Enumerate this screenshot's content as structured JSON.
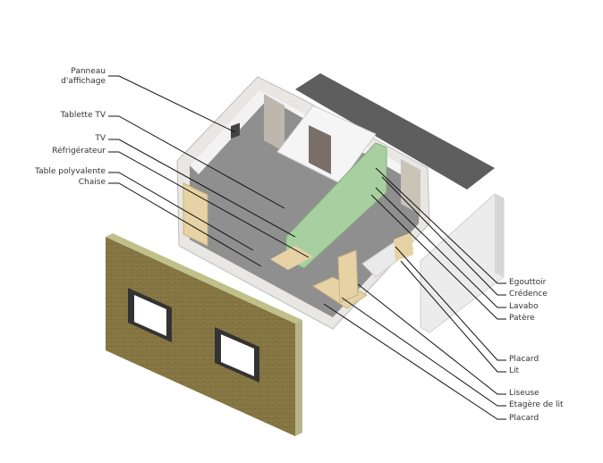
{
  "title": "Axonometric view of a studio unit with labelled furniture",
  "labels_left": [
    {
      "text": "Panneau d'affichage",
      "line1": "Panneau",
      "line2": "d'affichage"
    },
    {
      "text": "Tablette TV"
    },
    {
      "text": "TV"
    },
    {
      "text": "Réfrigérateur"
    },
    {
      "text": "Table polyvalente"
    },
    {
      "text": "Chaise"
    }
  ],
  "labels_right": [
    {
      "text": "Egouttoir"
    },
    {
      "text": "Crédence"
    },
    {
      "text": "Lavabo"
    },
    {
      "text": "Patère"
    },
    {
      "text": "Placard"
    },
    {
      "text": "Lit"
    },
    {
      "text": "Liseuse"
    },
    {
      "text": "Etagère de lit"
    },
    {
      "text": "Placard"
    }
  ],
  "colors": {
    "brick": "#8a7a45",
    "partition": "#a8cfa0",
    "floor": "#8c8c8c",
    "roof": "#5e5e5e",
    "wood": "#e6d2a4"
  }
}
